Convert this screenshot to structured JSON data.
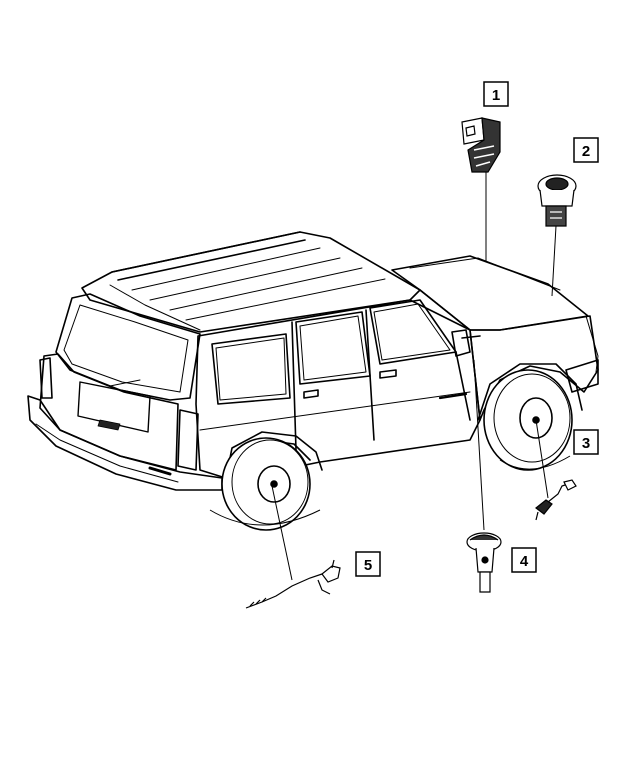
{
  "callouts": [
    {
      "id": "1",
      "label": "1"
    },
    {
      "id": "2",
      "label": "2"
    },
    {
      "id": "3",
      "label": "3"
    },
    {
      "id": "4",
      "label": "4"
    },
    {
      "id": "5",
      "label": "5"
    }
  ],
  "colors": {
    "line": "#000000",
    "background": "#ffffff",
    "hatch": "#555555"
  }
}
